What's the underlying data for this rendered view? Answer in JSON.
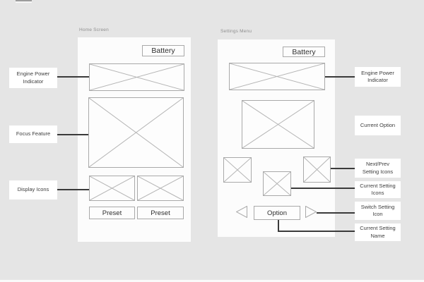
{
  "colors": {
    "background": "#e5e5e5",
    "panel": "#fcfcfc",
    "wire_border": "#a9a9a9",
    "wire_cross": "#b5b5b5",
    "connector": "#3a3a3a",
    "annotation_bg": "#ffffff",
    "annotation_text": "#3d3d3d",
    "title_text": "#8f8f8f",
    "button_text": "#2e2e2e"
  },
  "home": {
    "title": "Home Screen",
    "battery": "Battery",
    "presets": [
      "Preset",
      "Preset"
    ]
  },
  "settings": {
    "title": "Settings Menu",
    "battery": "Battery",
    "option": "Option"
  },
  "annotations": {
    "left": {
      "engine_power": "Engine Power\nIndicator",
      "focus_feature": "Focus Feature",
      "display_icons": "Display Icons"
    },
    "right": {
      "engine_power": "Engine Power\nIndicator",
      "current_option": "Current Option",
      "next_prev": "Next/Prev\nSetting Icons",
      "current_setting_icons": "Current Setting\nIcons",
      "switch_setting_icon": "Switch Setting\nIcon",
      "current_setting_name": "Current Setting\nName"
    }
  }
}
